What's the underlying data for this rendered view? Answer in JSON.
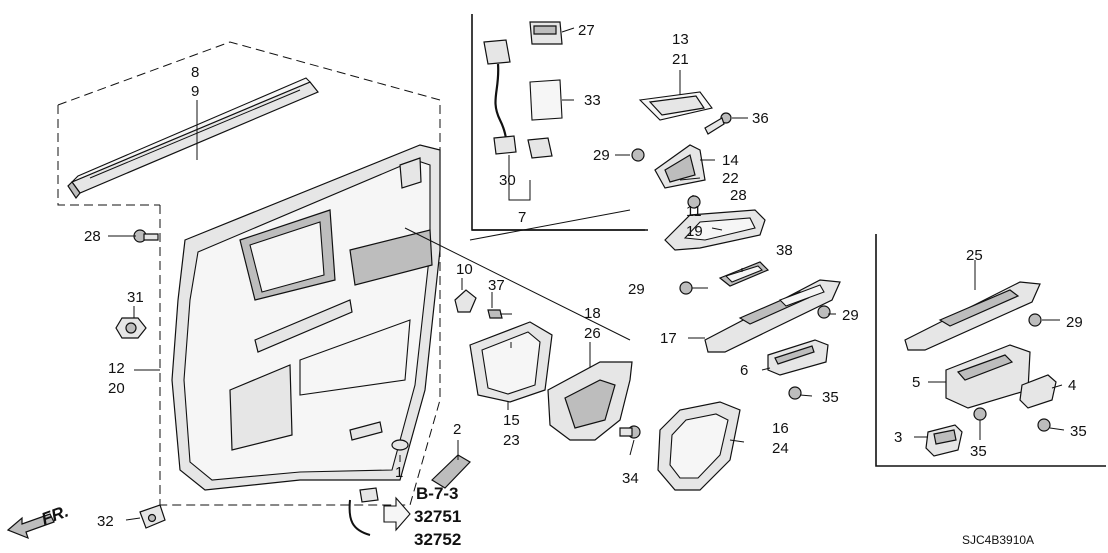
{
  "diagram_code": "SJC4B3910A",
  "front_indicator": "FR.",
  "reference": {
    "section": "B-7-3",
    "parts": [
      "32751",
      "32752"
    ]
  },
  "callouts": [
    {
      "id": "c1",
      "text": "1"
    },
    {
      "id": "c2",
      "text": "2"
    },
    {
      "id": "c3",
      "text": "3"
    },
    {
      "id": "c4",
      "text": "4"
    },
    {
      "id": "c5",
      "text": "5"
    },
    {
      "id": "c6",
      "text": "6"
    },
    {
      "id": "c7",
      "text": "7"
    },
    {
      "id": "c8",
      "text": "8"
    },
    {
      "id": "c9",
      "text": "9"
    },
    {
      "id": "c10",
      "text": "10"
    },
    {
      "id": "c11",
      "text": "11"
    },
    {
      "id": "c12",
      "text": "12"
    },
    {
      "id": "c13",
      "text": "13"
    },
    {
      "id": "c14",
      "text": "14"
    },
    {
      "id": "c15",
      "text": "15"
    },
    {
      "id": "c16",
      "text": "16"
    },
    {
      "id": "c17",
      "text": "17"
    },
    {
      "id": "c18",
      "text": "18"
    },
    {
      "id": "c19",
      "text": "19"
    },
    {
      "id": "c20",
      "text": "20"
    },
    {
      "id": "c21",
      "text": "21"
    },
    {
      "id": "c22",
      "text": "22"
    },
    {
      "id": "c23",
      "text": "23"
    },
    {
      "id": "c24",
      "text": "24"
    },
    {
      "id": "c25",
      "text": "25"
    },
    {
      "id": "c26",
      "text": "26"
    },
    {
      "id": "c27",
      "text": "27"
    },
    {
      "id": "c28a",
      "text": "28"
    },
    {
      "id": "c28b",
      "text": "28"
    },
    {
      "id": "c29a",
      "text": "29"
    },
    {
      "id": "c29b",
      "text": "29"
    },
    {
      "id": "c29c",
      "text": "29"
    },
    {
      "id": "c29d",
      "text": "29"
    },
    {
      "id": "c30",
      "text": "30"
    },
    {
      "id": "c31",
      "text": "31"
    },
    {
      "id": "c32",
      "text": "32"
    },
    {
      "id": "c33",
      "text": "33"
    },
    {
      "id": "c34",
      "text": "34"
    },
    {
      "id": "c35a",
      "text": "35"
    },
    {
      "id": "c35b",
      "text": "35"
    },
    {
      "id": "c35c",
      "text": "35"
    },
    {
      "id": "c36",
      "text": "36"
    },
    {
      "id": "c37",
      "text": "37"
    },
    {
      "id": "c38",
      "text": "38"
    }
  ]
}
